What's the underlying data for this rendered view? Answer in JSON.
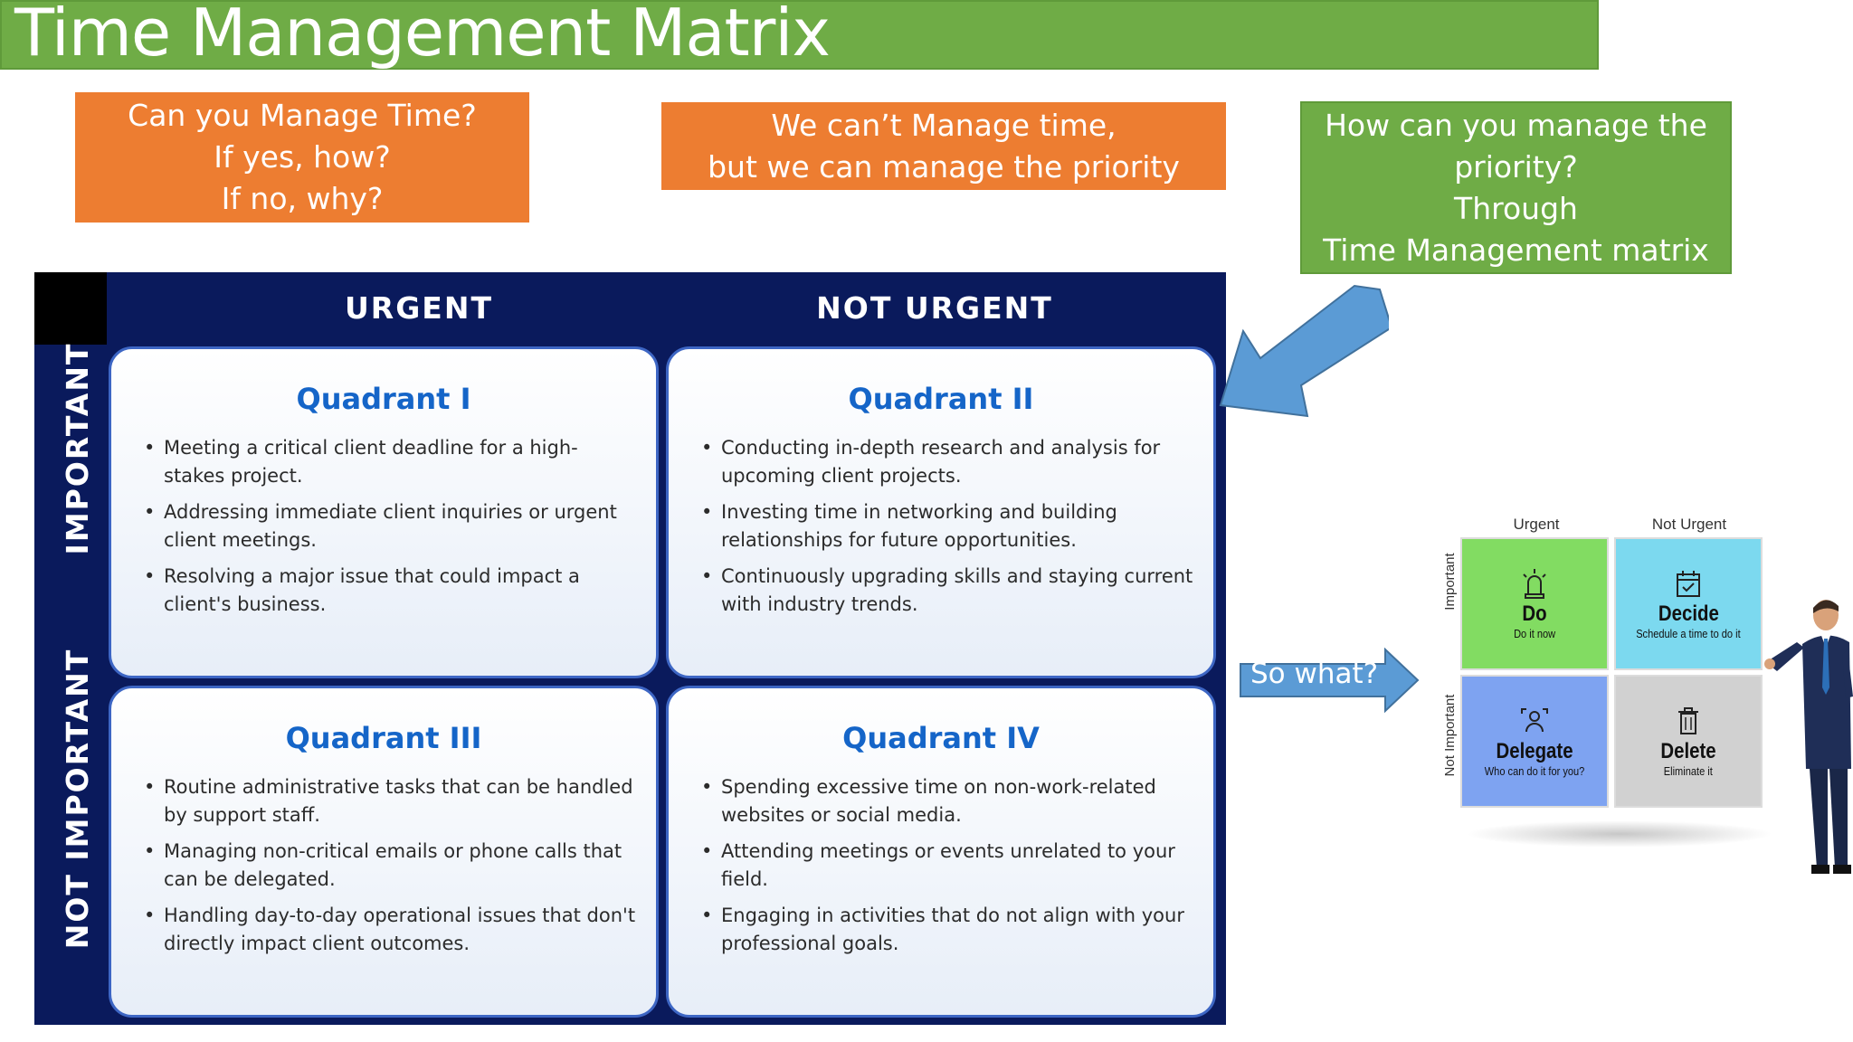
{
  "title": "Time Management Matrix",
  "callouts": {
    "question": [
      "Can you Manage Time?",
      "If yes, how?",
      "If no, why?"
    ],
    "answer": [
      "We can’t Manage time,",
      "but  we can manage the priority"
    ],
    "how": [
      "How can you manage the",
      "priority?",
      "Through",
      "Time Management matrix"
    ]
  },
  "matrix": {
    "columns": [
      "URGENT",
      "NOT URGENT"
    ],
    "rows": [
      "IMPORTANT",
      "NOT IMPORTANT"
    ],
    "quadrants": [
      {
        "title": "Quadrant I",
        "items": [
          "Meeting a critical client deadline for a high-stakes project.",
          "Addressing immediate client inquiries or urgent client meetings.",
          "Resolving a major issue that could impact a client's business."
        ]
      },
      {
        "title": "Quadrant II",
        "items": [
          "Conducting in-depth research and analysis for upcoming client projects.",
          "Investing time in networking and building relationships for future opportunities.",
          "Continuously upgrading skills and staying current with industry trends."
        ]
      },
      {
        "title": "Quadrant III",
        "items": [
          "Routine administrative tasks that can be handled by support staff.",
          "Managing non-critical emails or phone calls that can be delegated.",
          "Handling day-to-day operational issues that don't directly impact client outcomes."
        ]
      },
      {
        "title": "Quadrant IV",
        "items": [
          "Spending excessive time on non-work-related websites or social media.",
          "Attending meetings or events unrelated to your field.",
          "Engaging in activities that do not align with your professional goals."
        ]
      }
    ]
  },
  "so_what": "So what?",
  "eisenhower": {
    "col_labels": [
      "Urgent",
      "Not Urgent"
    ],
    "row_labels": [
      "Important",
      "Not Important"
    ],
    "cells": [
      {
        "title": "Do",
        "subtitle": "Do it now",
        "color": "#82dc62",
        "icon": "siren-icon"
      },
      {
        "title": "Decide",
        "subtitle": "Schedule a time to do it",
        "color": "#7cd9ef",
        "icon": "calendar-icon"
      },
      {
        "title": "Delegate",
        "subtitle": "Who can do it for you?",
        "color": "#7ea3f1",
        "icon": "people-icon"
      },
      {
        "title": "Delete",
        "subtitle": "Eliminate it",
        "color": "#d1d1d1",
        "icon": "trash-icon"
      }
    ]
  },
  "colors": {
    "title_green": "#6fac46",
    "callout_orange": "#ed7d31",
    "matrix_navy": "#0a1a5c",
    "quadrant_title_blue": "#1565c8",
    "arrow_blue": "#5b9bd5"
  }
}
